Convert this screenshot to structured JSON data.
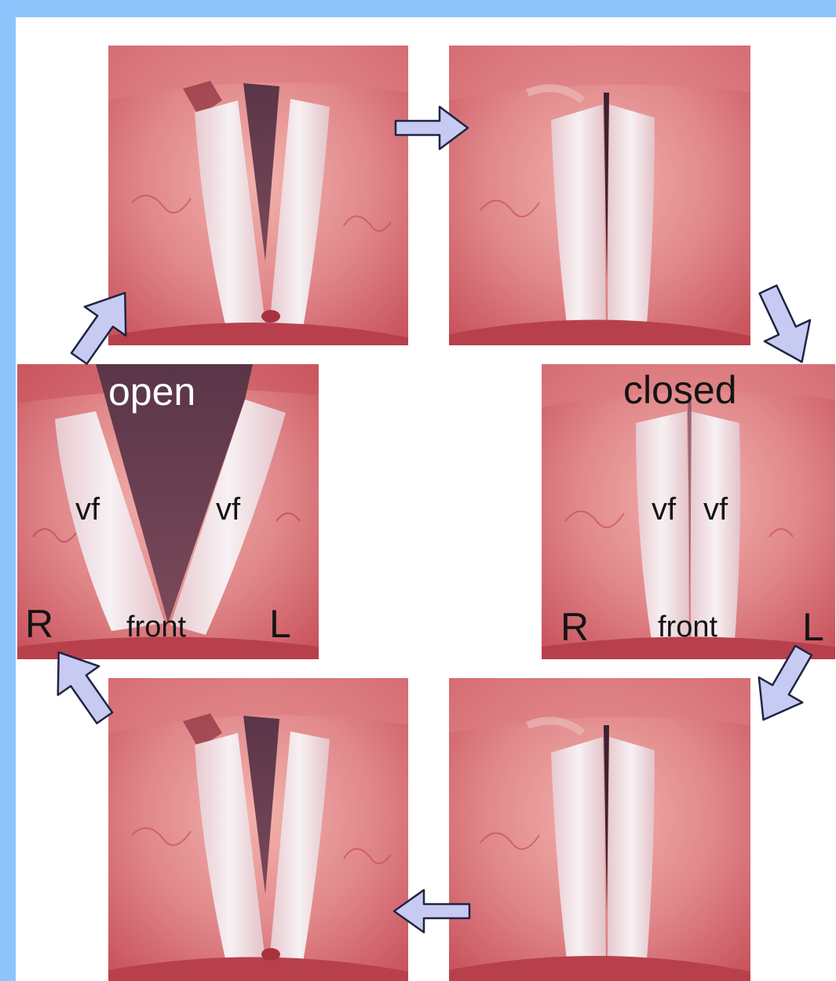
{
  "frames": [
    {
      "id": "top-left",
      "state": "partly open"
    },
    {
      "id": "top-right",
      "state": "nearly closed"
    },
    {
      "id": "middle-left",
      "state": "open"
    },
    {
      "id": "middle-right",
      "state": "closed"
    },
    {
      "id": "bottom-right",
      "state": "nearly closed"
    },
    {
      "id": "bottom-left",
      "state": "partly open"
    }
  ],
  "labels": {
    "open": "open",
    "closed": "closed",
    "vocal_fold": "vf",
    "front": "front",
    "right": "R",
    "left": "L"
  },
  "colors": {
    "border": "#8cc4fb",
    "background": "#ffffff",
    "tissue": "#d96a70",
    "tissue_light": "#f0a5a0",
    "vocal_fold": "#f1e6e8",
    "glottis": "#5b3a4e",
    "arrow_fill": "#c7cbf3",
    "arrow_stroke": "#1f2540"
  },
  "arrows": [
    {
      "from": "top-left",
      "to": "top-right",
      "direction": "right"
    },
    {
      "from": "top-right",
      "to": "middle-right",
      "direction": "down"
    },
    {
      "from": "middle-right",
      "to": "bottom-right",
      "direction": "down-left"
    },
    {
      "from": "bottom-right",
      "to": "bottom-left",
      "direction": "left"
    },
    {
      "from": "bottom-left",
      "to": "middle-left",
      "direction": "up-left"
    },
    {
      "from": "middle-left",
      "to": "top-left",
      "direction": "up-right"
    }
  ]
}
